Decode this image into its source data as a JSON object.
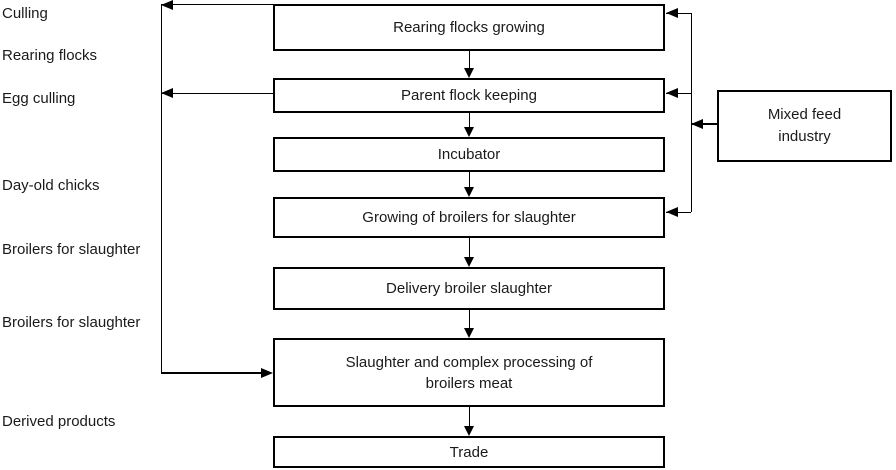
{
  "diagram": {
    "side_labels": [
      "Culling",
      "Rearing flocks",
      "Egg culling",
      "Day-old chicks",
      "Broilers for slaughter",
      "Broilers for slaughter",
      "Derived products"
    ],
    "boxes": [
      {
        "text": "Rearing flocks growing"
      },
      {
        "text": "Parent flock keeping"
      },
      {
        "text": "Incubator"
      },
      {
        "text": "Growing of broilers for slaughter"
      },
      {
        "text": "Delivery broiler slaughter"
      },
      {
        "text": "Slaughter and complex processing of\nbroilers meat"
      },
      {
        "text": "Trade"
      }
    ],
    "feed_box": {
      "text": "Mixed feed\nindustry"
    },
    "colors": {
      "line": "#000000",
      "background": "#ffffff",
      "text": "#1a1a1a"
    }
  }
}
